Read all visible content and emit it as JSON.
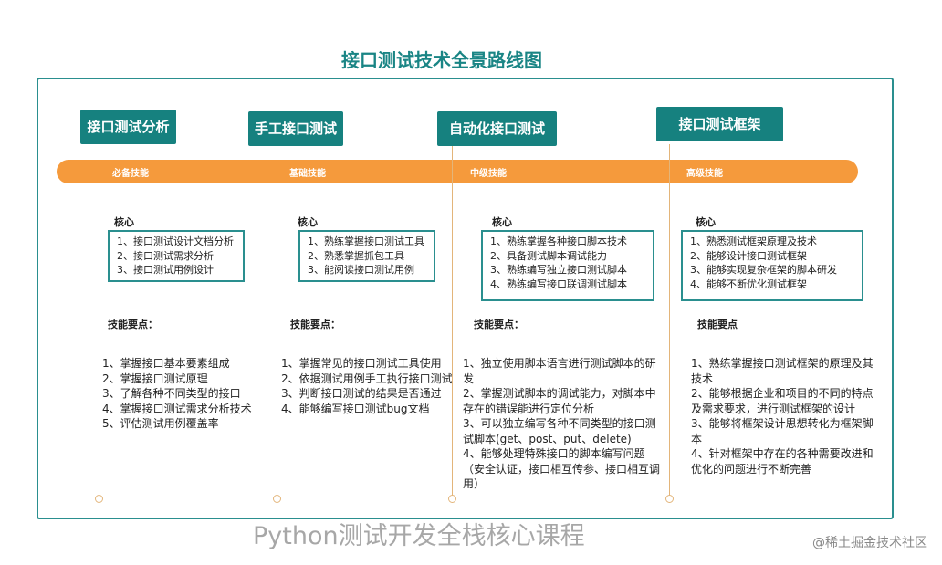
{
  "title": "接口测试技术全景路线图",
  "watermark": "Python测试开发全栈核心课程",
  "credit": "@稀土掘金技术社区",
  "colors": {
    "teal": "#16817f",
    "orange": "#f59a3c"
  },
  "core_label": "核心",
  "stages": [
    {
      "header": "接口测试分析",
      "level": "必备技能",
      "skill_label": "技能要点：",
      "core": [
        "1、接口测试设计文档分析",
        "2、接口测试需求分析",
        "3、接口测试用例设计"
      ],
      "skills": [
        "1、掌握接口基本要素组成",
        "2、掌握接口测试原理",
        "3、了解各种不同类型的接口",
        "4、掌握接口测试需求分析技术",
        "5、评估测试用例覆盖率"
      ]
    },
    {
      "header": "手工接口测试",
      "level": "基础技能",
      "skill_label": "技能要点：",
      "core": [
        "1、熟练掌握接口测试工具",
        "2、熟悉掌握抓包工具",
        "3、能阅读接口测试用例"
      ],
      "skills": [
        "1、掌握常见的接口测试工具使用",
        "2、依据测试用例手工执行接口测试",
        "3、判断接口测试的结果是否通过",
        "4、能够编写接口测试bug文档"
      ]
    },
    {
      "header": "自动化接口测试",
      "level": "中级技能",
      "skill_label": "技能要点：",
      "core": [
        "1、熟练掌握各种接口脚本技术",
        "2、具备测试脚本调试能力",
        "3、熟练编写独立接口测试脚本",
        "4、熟练编写接口联调测试脚本"
      ],
      "skills": [
        "1、独立使用脚本语言进行测试脚本的研发",
        "2、掌握测试脚本的调试能力，对脚本中存在的错误能进行定位分析",
        "3、可以独立编写各种不同类型的接口测试脚本(get、post、put、delete)",
        "4、能够处理特殊接口的脚本编写问题（安全认证，接口相互传参、接口相互调用）"
      ]
    },
    {
      "header": "接口测试框架",
      "level": "高级技能",
      "skill_label": "技能要点",
      "core": [
        "1、熟悉测试框架原理及技术",
        "2、能够设计接口测试框架",
        "3、能够实现复杂框架的脚本研发",
        "4、能够不断优化测试框架"
      ],
      "skills": [
        "1、熟练掌握接口测试框架的原理及其技术",
        "2、能够根据企业和项目的不同的特点及需求要求，进行测试框架的设计",
        "3、能够将框架设计思想转化为框架脚本",
        "4、针对框架中存在的各种需要改进和优化的问题进行不断完善"
      ]
    }
  ]
}
